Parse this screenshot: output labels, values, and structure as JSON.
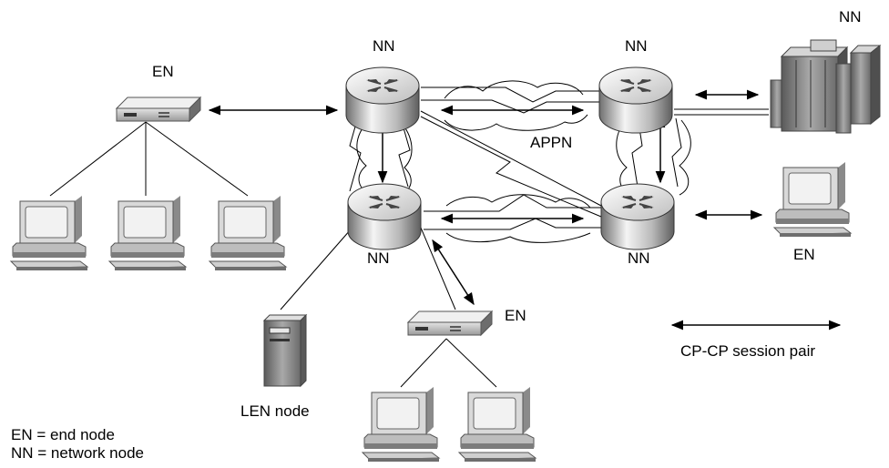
{
  "labels": {
    "en_top_left": "EN",
    "nn_top_center": "NN",
    "nn_top_right": "NN",
    "nn_mainframe": "NN",
    "appn": "APPN",
    "nn_bottom_left": "NN",
    "nn_bottom_right": "NN",
    "en_right": "EN",
    "en_bottom": "EN",
    "len_node": "LEN node",
    "session_legend": "CP-CP session pair"
  },
  "legend": {
    "line1": "EN = end node",
    "line2": "NN = network node"
  },
  "colors": {
    "line": "#000000",
    "device_light": "#e6e6e6",
    "device_dark": "#7a7a7a",
    "screen": "#f2f2f2"
  }
}
